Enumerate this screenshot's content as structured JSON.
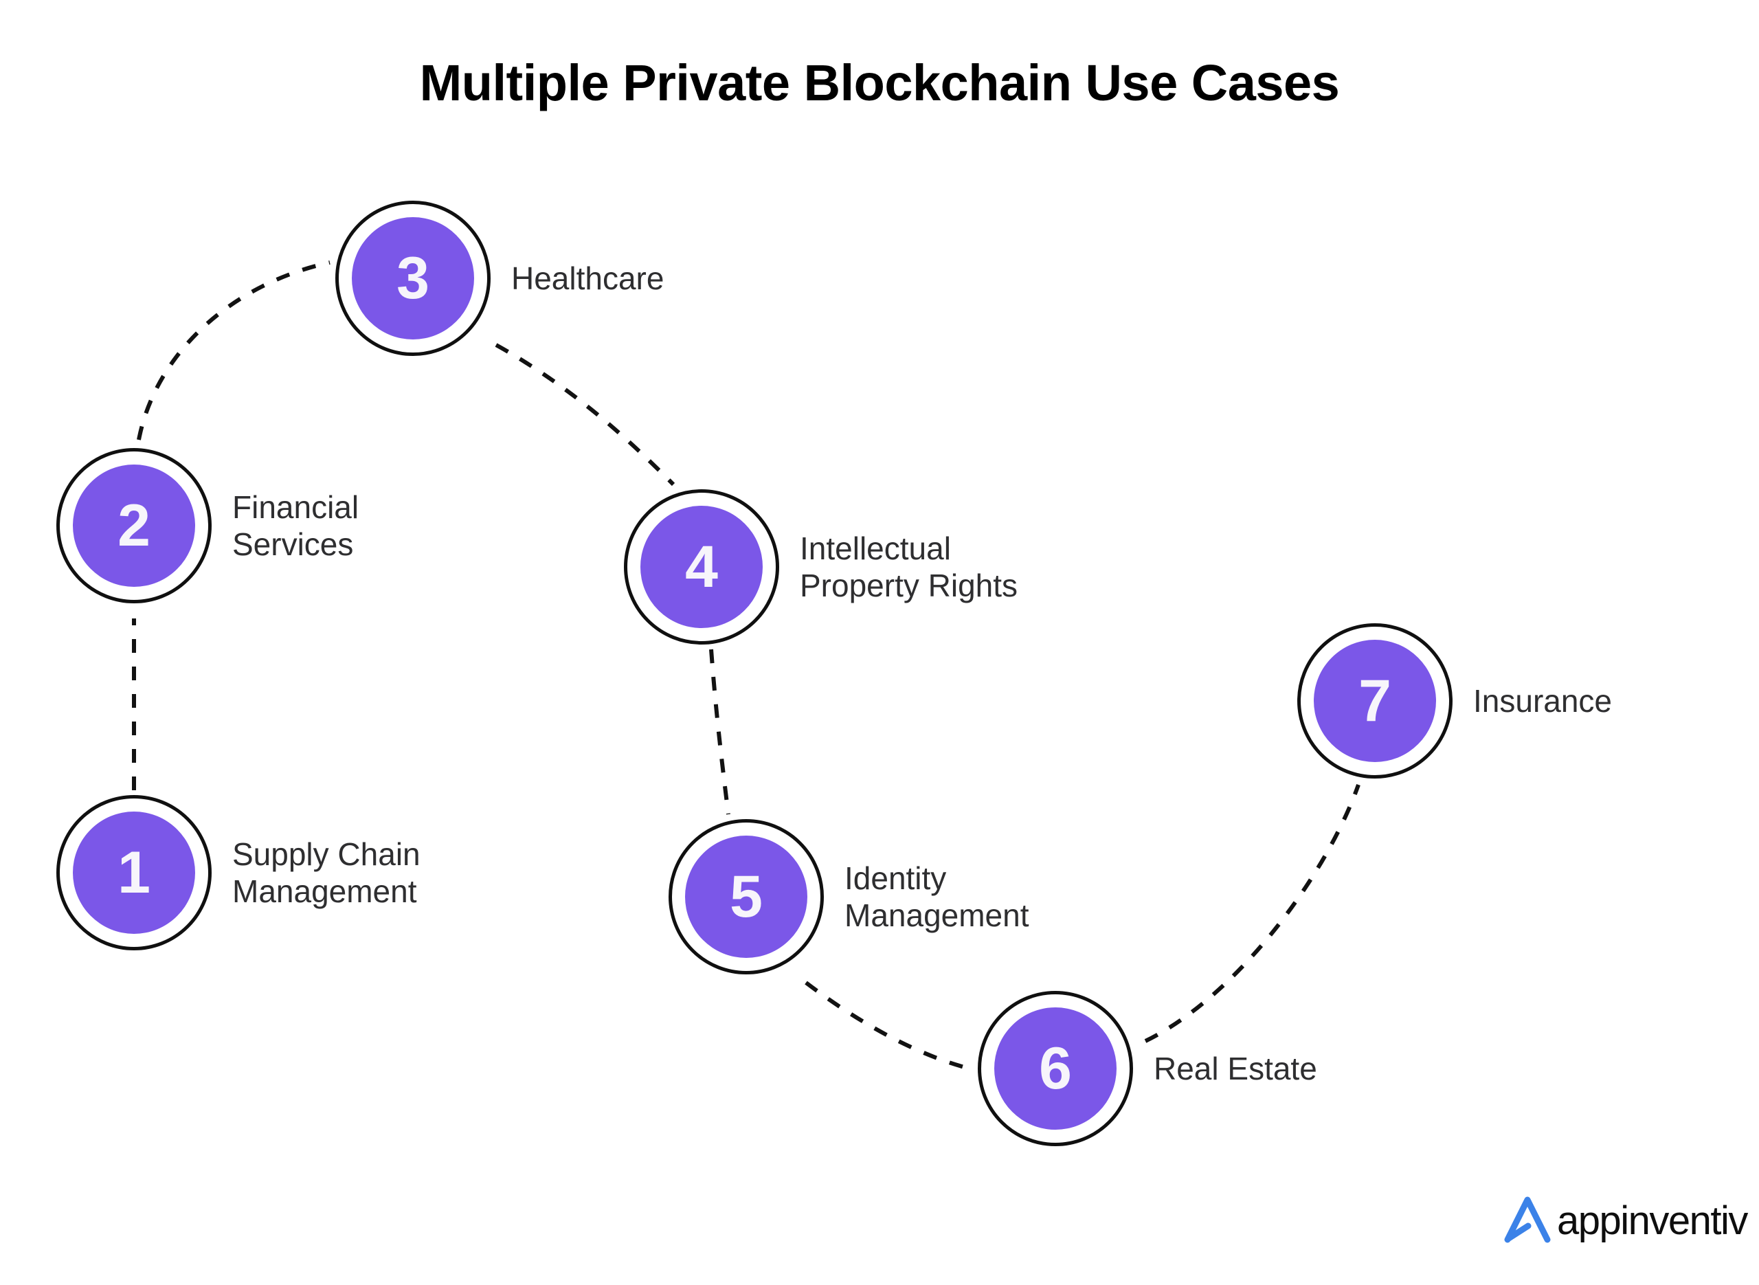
{
  "page": {
    "title": "Multiple Private Blockchain Use Cases",
    "background_color": "#ffffff"
  },
  "theme": {
    "accent_purple": "#7B57E8",
    "number_text_color": "#F7F5FB",
    "label_text_color": "#2E2E30",
    "outline_color": "#101010",
    "connector_color": "#121212",
    "brand_blue": "#3B82E8"
  },
  "nodes": [
    {
      "number": "1",
      "label": "Supply Chain\nManagement"
    },
    {
      "number": "2",
      "label": "Financial\nServices"
    },
    {
      "number": "3",
      "label": "Healthcare"
    },
    {
      "number": "4",
      "label": "Intellectual\nProperty Rights"
    },
    {
      "number": "5",
      "label": "Identity\nManagement"
    },
    {
      "number": "6",
      "label": "Real Estate"
    },
    {
      "number": "7",
      "label": "Insurance"
    }
  ],
  "brand": {
    "wordmark": "appinventiv",
    "mark_icon": "appinventiv-a-mark-icon"
  }
}
